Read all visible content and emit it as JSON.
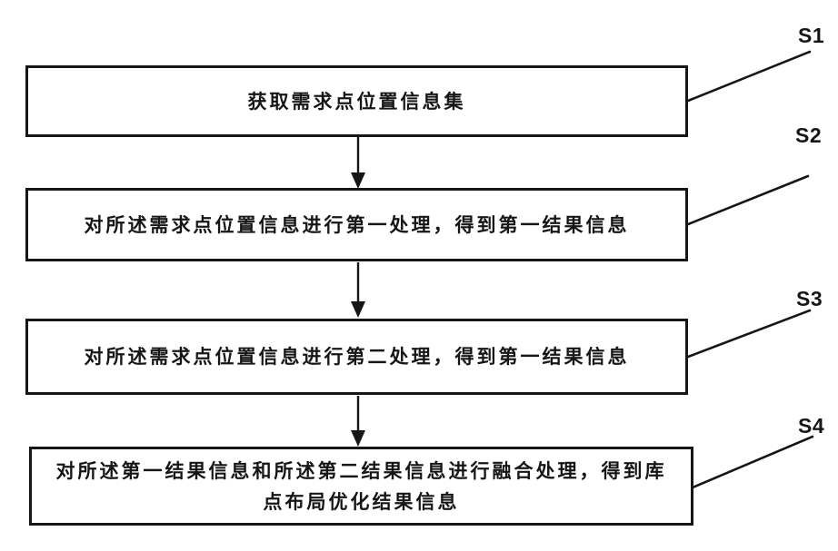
{
  "figure": {
    "type": "flowchart",
    "background_color": "#ffffff",
    "line_color": "#161616",
    "steps": [
      {
        "label": "S1",
        "text": "获取需求点位置信息集"
      },
      {
        "label": "S2",
        "text": "对所述需求点位置信息进行第一处理，得到第一结果信息"
      },
      {
        "label": "S3",
        "text": "对所述需求点位置信息进行第二处理，得到第一结果信息"
      },
      {
        "label": "S4",
        "text": "对所述第一结果信息和所述第二结果信息进行融合处理，得到库点布局优化结果信息"
      }
    ]
  }
}
